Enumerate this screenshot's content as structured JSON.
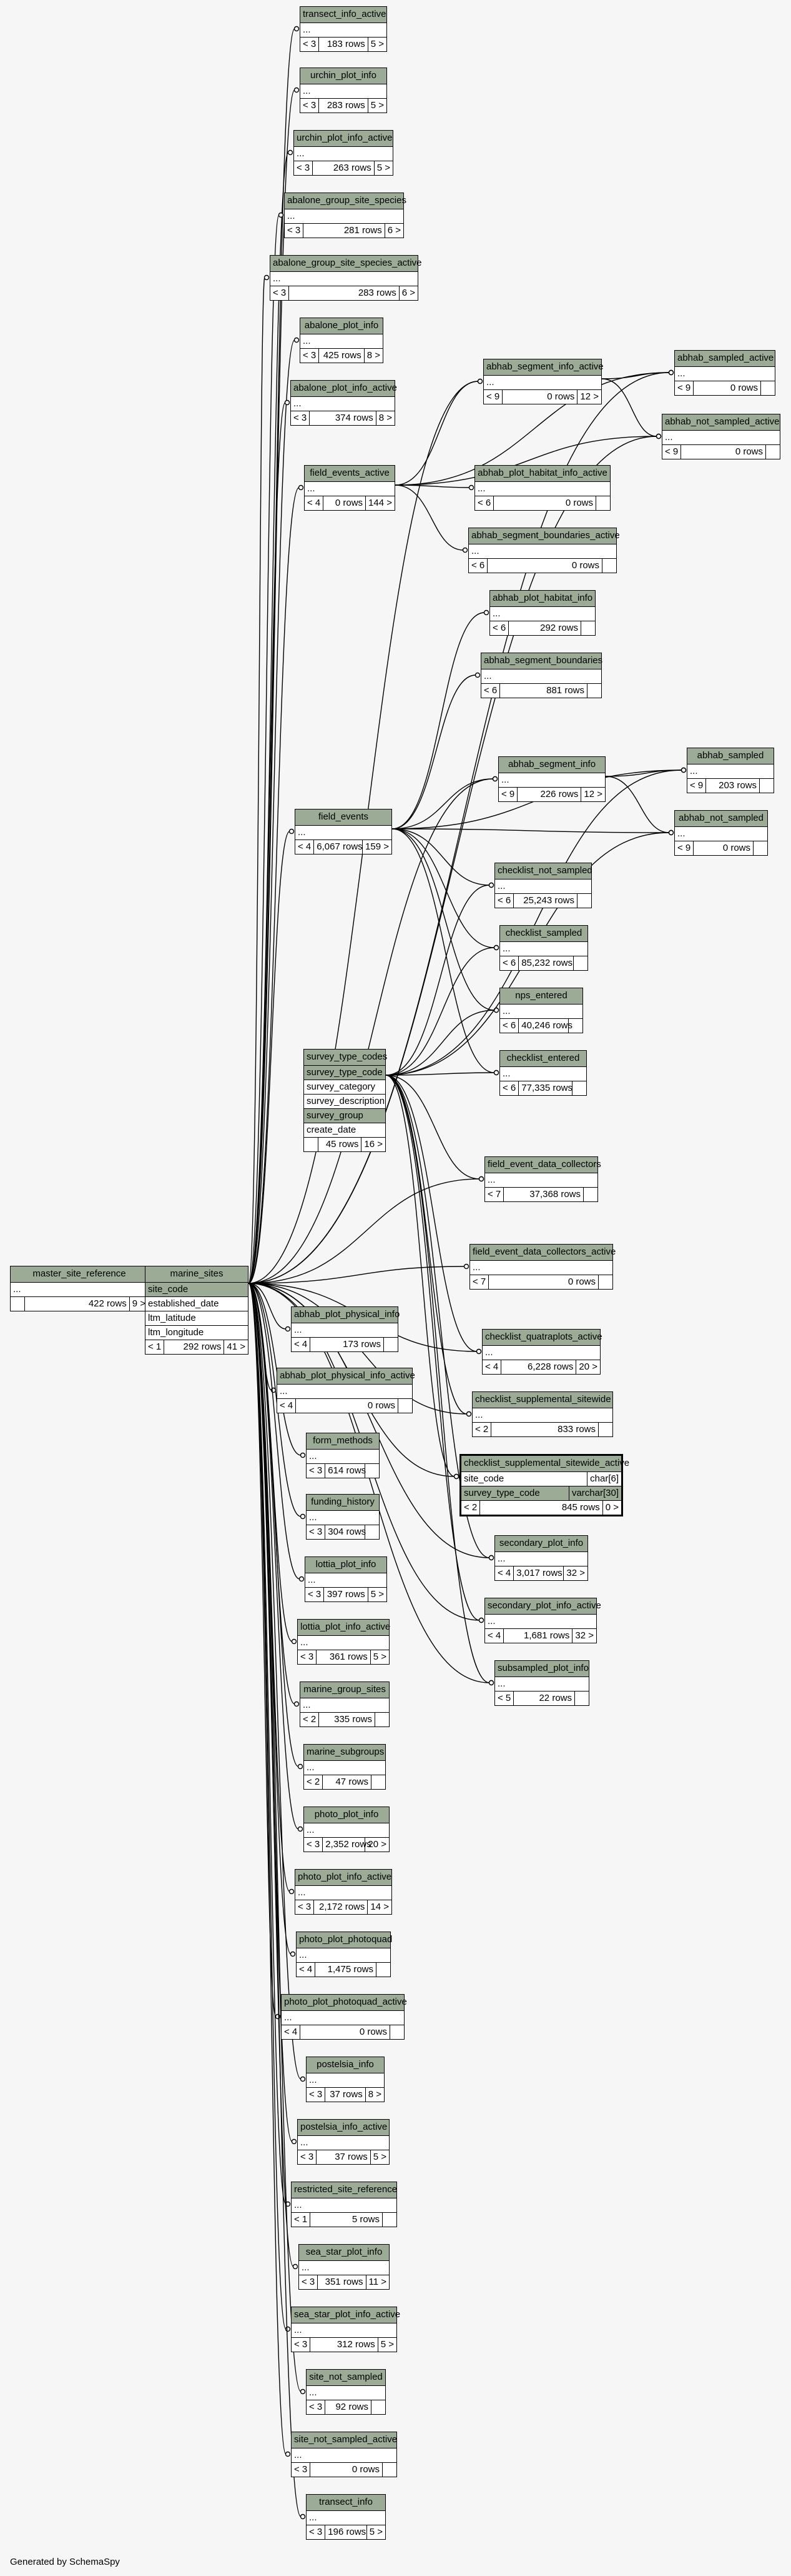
{
  "tables": [
    {
      "id": "master_site_reference",
      "name": "master_site_reference",
      "rows": [
        "..."
      ],
      "prefix": "",
      "count": "422 rows",
      "suffix": "9 >"
    },
    {
      "id": "marine_sites",
      "name": "marine_sites",
      "rows": [
        "site_code",
        "established_date",
        "ltm_latitude",
        "ltm_longitude"
      ],
      "keys": [
        0
      ],
      "prefix": "< 1",
      "count": "292 rows",
      "suffix": "41 >"
    },
    {
      "id": "transect_info_active",
      "name": "transect_info_active",
      "rows": [
        "..."
      ],
      "prefix": "< 3",
      "count": "183 rows",
      "suffix": "5 >"
    },
    {
      "id": "urchin_plot_info",
      "name": "urchin_plot_info",
      "rows": [
        "..."
      ],
      "prefix": "< 3",
      "count": "283 rows",
      "suffix": "5 >"
    },
    {
      "id": "urchin_plot_info_active",
      "name": "urchin_plot_info_active",
      "rows": [
        "..."
      ],
      "prefix": "< 3",
      "count": "263 rows",
      "suffix": "5 >"
    },
    {
      "id": "abalone_group_site_species",
      "name": "abalone_group_site_species",
      "rows": [
        "..."
      ],
      "prefix": "< 3",
      "count": "281 rows",
      "suffix": "6 >"
    },
    {
      "id": "abalone_group_site_species_active",
      "name": "abalone_group_site_species_active",
      "rows": [
        "..."
      ],
      "prefix": "< 3",
      "count": "283 rows",
      "suffix": "6 >"
    },
    {
      "id": "abalone_plot_info",
      "name": "abalone_plot_info",
      "rows": [
        "..."
      ],
      "prefix": "< 3",
      "count": "425 rows",
      "suffix": "8 >"
    },
    {
      "id": "abalone_plot_info_active",
      "name": "abalone_plot_info_active",
      "rows": [
        "..."
      ],
      "prefix": "< 3",
      "count": "374 rows",
      "suffix": "8 >"
    },
    {
      "id": "field_events_active",
      "name": "field_events_active",
      "rows": [
        "..."
      ],
      "prefix": "< 4",
      "count": "0 rows",
      "suffix": "144 >"
    },
    {
      "id": "field_events",
      "name": "field_events",
      "rows": [
        "..."
      ],
      "prefix": "< 4",
      "count": "6,067 rows",
      "suffix": "159 >"
    },
    {
      "id": "survey_type_codes",
      "name": "survey_type_codes",
      "rows": [
        "survey_type_code",
        "survey_category",
        "survey_description",
        "survey_group",
        "create_date"
      ],
      "keys": [
        0,
        3
      ],
      "prefix": "",
      "count": "45 rows",
      "suffix": "16 >"
    },
    {
      "id": "abhab_plot_physical_info",
      "name": "abhab_plot_physical_info",
      "rows": [
        "..."
      ],
      "prefix": "< 4",
      "count": "173 rows",
      "suffix": ""
    },
    {
      "id": "abhab_plot_physical_info_active",
      "name": "abhab_plot_physical_info_active",
      "rows": [
        "..."
      ],
      "prefix": "< 4",
      "count": "0 rows",
      "suffix": ""
    },
    {
      "id": "form_methods",
      "name": "form_methods",
      "rows": [
        "..."
      ],
      "prefix": "< 3",
      "count": "614 rows",
      "suffix": ""
    },
    {
      "id": "funding_history",
      "name": "funding_history",
      "rows": [
        "..."
      ],
      "prefix": "< 3",
      "count": "304 rows",
      "suffix": ""
    },
    {
      "id": "lottia_plot_info",
      "name": "lottia_plot_info",
      "rows": [
        "..."
      ],
      "prefix": "< 3",
      "count": "397 rows",
      "suffix": "5 >"
    },
    {
      "id": "lottia_plot_info_active",
      "name": "lottia_plot_info_active",
      "rows": [
        "..."
      ],
      "prefix": "< 3",
      "count": "361 rows",
      "suffix": "5 >"
    },
    {
      "id": "marine_group_sites",
      "name": "marine_group_sites",
      "rows": [
        "..."
      ],
      "prefix": "< 2",
      "count": "335 rows",
      "suffix": ""
    },
    {
      "id": "marine_subgroups",
      "name": "marine_subgroups",
      "rows": [
        "..."
      ],
      "prefix": "< 2",
      "count": "47 rows",
      "suffix": ""
    },
    {
      "id": "photo_plot_info",
      "name": "photo_plot_info",
      "rows": [
        "..."
      ],
      "prefix": "< 3",
      "count": "2,352 rows",
      "suffix": "20 >"
    },
    {
      "id": "photo_plot_info_active",
      "name": "photo_plot_info_active",
      "rows": [
        "..."
      ],
      "prefix": "< 3",
      "count": "2,172 rows",
      "suffix": "14 >"
    },
    {
      "id": "photo_plot_photoquad",
      "name": "photo_plot_photoquad",
      "rows": [
        "..."
      ],
      "prefix": "< 4",
      "count": "1,475 rows",
      "suffix": ""
    },
    {
      "id": "photo_plot_photoquad_active",
      "name": "photo_plot_photoquad_active",
      "rows": [
        "..."
      ],
      "prefix": "< 4",
      "count": "0 rows",
      "suffix": ""
    },
    {
      "id": "postelsia_info",
      "name": "postelsia_info",
      "rows": [
        "..."
      ],
      "prefix": "< 3",
      "count": "37 rows",
      "suffix": "8 >"
    },
    {
      "id": "postelsia_info_active",
      "name": "postelsia_info_active",
      "rows": [
        "..."
      ],
      "prefix": "< 3",
      "count": "37 rows",
      "suffix": "5 >"
    },
    {
      "id": "restricted_site_reference",
      "name": "restricted_site_reference",
      "rows": [
        "..."
      ],
      "prefix": "< 1",
      "count": "5 rows",
      "suffix": ""
    },
    {
      "id": "sea_star_plot_info",
      "name": "sea_star_plot_info",
      "rows": [
        "..."
      ],
      "prefix": "< 3",
      "count": "351 rows",
      "suffix": "11 >"
    },
    {
      "id": "sea_star_plot_info_active",
      "name": "sea_star_plot_info_active",
      "rows": [
        "..."
      ],
      "prefix": "< 3",
      "count": "312 rows",
      "suffix": "5 >"
    },
    {
      "id": "site_not_sampled",
      "name": "site_not_sampled",
      "rows": [
        "..."
      ],
      "prefix": "< 3",
      "count": "92 rows",
      "suffix": ""
    },
    {
      "id": "site_not_sampled_active",
      "name": "site_not_sampled_active",
      "rows": [
        "..."
      ],
      "prefix": "< 3",
      "count": "0 rows",
      "suffix": ""
    },
    {
      "id": "transect_info",
      "name": "transect_info",
      "rows": [
        "..."
      ],
      "prefix": "< 3",
      "count": "196 rows",
      "suffix": "5 >"
    },
    {
      "id": "abhab_segment_info_active",
      "name": "abhab_segment_info_active",
      "rows": [
        "..."
      ],
      "prefix": "< 9",
      "count": "0 rows",
      "suffix": "12 >"
    },
    {
      "id": "abhab_plot_habitat_info_active",
      "name": "abhab_plot_habitat_info_active",
      "rows": [
        "..."
      ],
      "prefix": "< 6",
      "count": "0 rows",
      "suffix": ""
    },
    {
      "id": "abhab_segment_boundaries_active",
      "name": "abhab_segment_boundaries_active",
      "rows": [
        "..."
      ],
      "prefix": "< 6",
      "count": "0 rows",
      "suffix": ""
    },
    {
      "id": "abhab_plot_habitat_info",
      "name": "abhab_plot_habitat_info",
      "rows": [
        "..."
      ],
      "prefix": "< 6",
      "count": "292 rows",
      "suffix": ""
    },
    {
      "id": "abhab_segment_boundaries",
      "name": "abhab_segment_boundaries",
      "rows": [
        "..."
      ],
      "prefix": "< 6",
      "count": "881 rows",
      "suffix": ""
    },
    {
      "id": "abhab_segment_info",
      "name": "abhab_segment_info",
      "rows": [
        "..."
      ],
      "prefix": "< 9",
      "count": "226 rows",
      "suffix": "12 >"
    },
    {
      "id": "checklist_not_sampled",
      "name": "checklist_not_sampled",
      "rows": [
        "..."
      ],
      "prefix": "< 6",
      "count": "25,243 rows",
      "suffix": ""
    },
    {
      "id": "checklist_sampled",
      "name": "checklist_sampled",
      "rows": [
        "..."
      ],
      "prefix": "< 6",
      "count": "85,232 rows",
      "suffix": ""
    },
    {
      "id": "nps_entered",
      "name": "nps_entered",
      "rows": [
        "..."
      ],
      "prefix": "< 6",
      "count": "40,246 rows",
      "suffix": ""
    },
    {
      "id": "checklist_entered",
      "name": "checklist_entered",
      "rows": [
        "..."
      ],
      "prefix": "< 6",
      "count": "77,335 rows",
      "suffix": ""
    },
    {
      "id": "field_event_data_collectors",
      "name": "field_event_data_collectors",
      "rows": [
        "..."
      ],
      "prefix": "< 7",
      "count": "37,368 rows",
      "suffix": ""
    },
    {
      "id": "field_event_data_collectors_active",
      "name": "field_event_data_collectors_active",
      "rows": [
        "..."
      ],
      "prefix": "< 7",
      "count": "0 rows",
      "suffix": ""
    },
    {
      "id": "checklist_quatraplots_active",
      "name": "checklist_quatraplots_active",
      "rows": [
        "..."
      ],
      "prefix": "< 4",
      "count": "6,228 rows",
      "suffix": "20 >"
    },
    {
      "id": "checklist_supplemental_sitewide",
      "name": "checklist_supplemental_sitewide",
      "rows": [
        "..."
      ],
      "prefix": "< 2",
      "count": "833 rows",
      "suffix": ""
    },
    {
      "id": "checklist_supplemental_sitewide_active",
      "name": "checklist_supplemental_sitewide_active",
      "rows": [],
      "cols": [
        [
          "site_code",
          "char[6]"
        ],
        [
          "survey_type_code",
          "varchar[30]"
        ]
      ],
      "keys": [
        1
      ],
      "prefix": "< 2",
      "count": "845 rows",
      "suffix": "0 >",
      "bold": true
    },
    {
      "id": "secondary_plot_info",
      "name": "secondary_plot_info",
      "rows": [
        "..."
      ],
      "prefix": "< 4",
      "count": "3,017 rows",
      "suffix": "32 >"
    },
    {
      "id": "secondary_plot_info_active",
      "name": "secondary_plot_info_active",
      "rows": [
        "..."
      ],
      "prefix": "< 4",
      "count": "1,681 rows",
      "suffix": "32 >"
    },
    {
      "id": "subsampled_plot_info",
      "name": "subsampled_plot_info",
      "rows": [
        "..."
      ],
      "prefix": "< 5",
      "count": "22 rows",
      "suffix": ""
    },
    {
      "id": "abhab_sampled_active",
      "name": "abhab_sampled_active",
      "rows": [
        "..."
      ],
      "prefix": "< 9",
      "count": "0 rows",
      "suffix": ""
    },
    {
      "id": "abhab_not_sampled_active",
      "name": "abhab_not_sampled_active",
      "rows": [
        "..."
      ],
      "prefix": "< 9",
      "count": "0 rows",
      "suffix": ""
    },
    {
      "id": "abhab_sampled",
      "name": "abhab_sampled",
      "rows": [
        "..."
      ],
      "prefix": "< 9",
      "count": "203 rows",
      "suffix": ""
    },
    {
      "id": "abhab_not_sampled",
      "name": "abhab_not_sampled",
      "rows": [
        "..."
      ],
      "prefix": "< 9",
      "count": "0 rows",
      "suffix": ""
    }
  ],
  "footer": "Generated by SchemaSpy"
}
